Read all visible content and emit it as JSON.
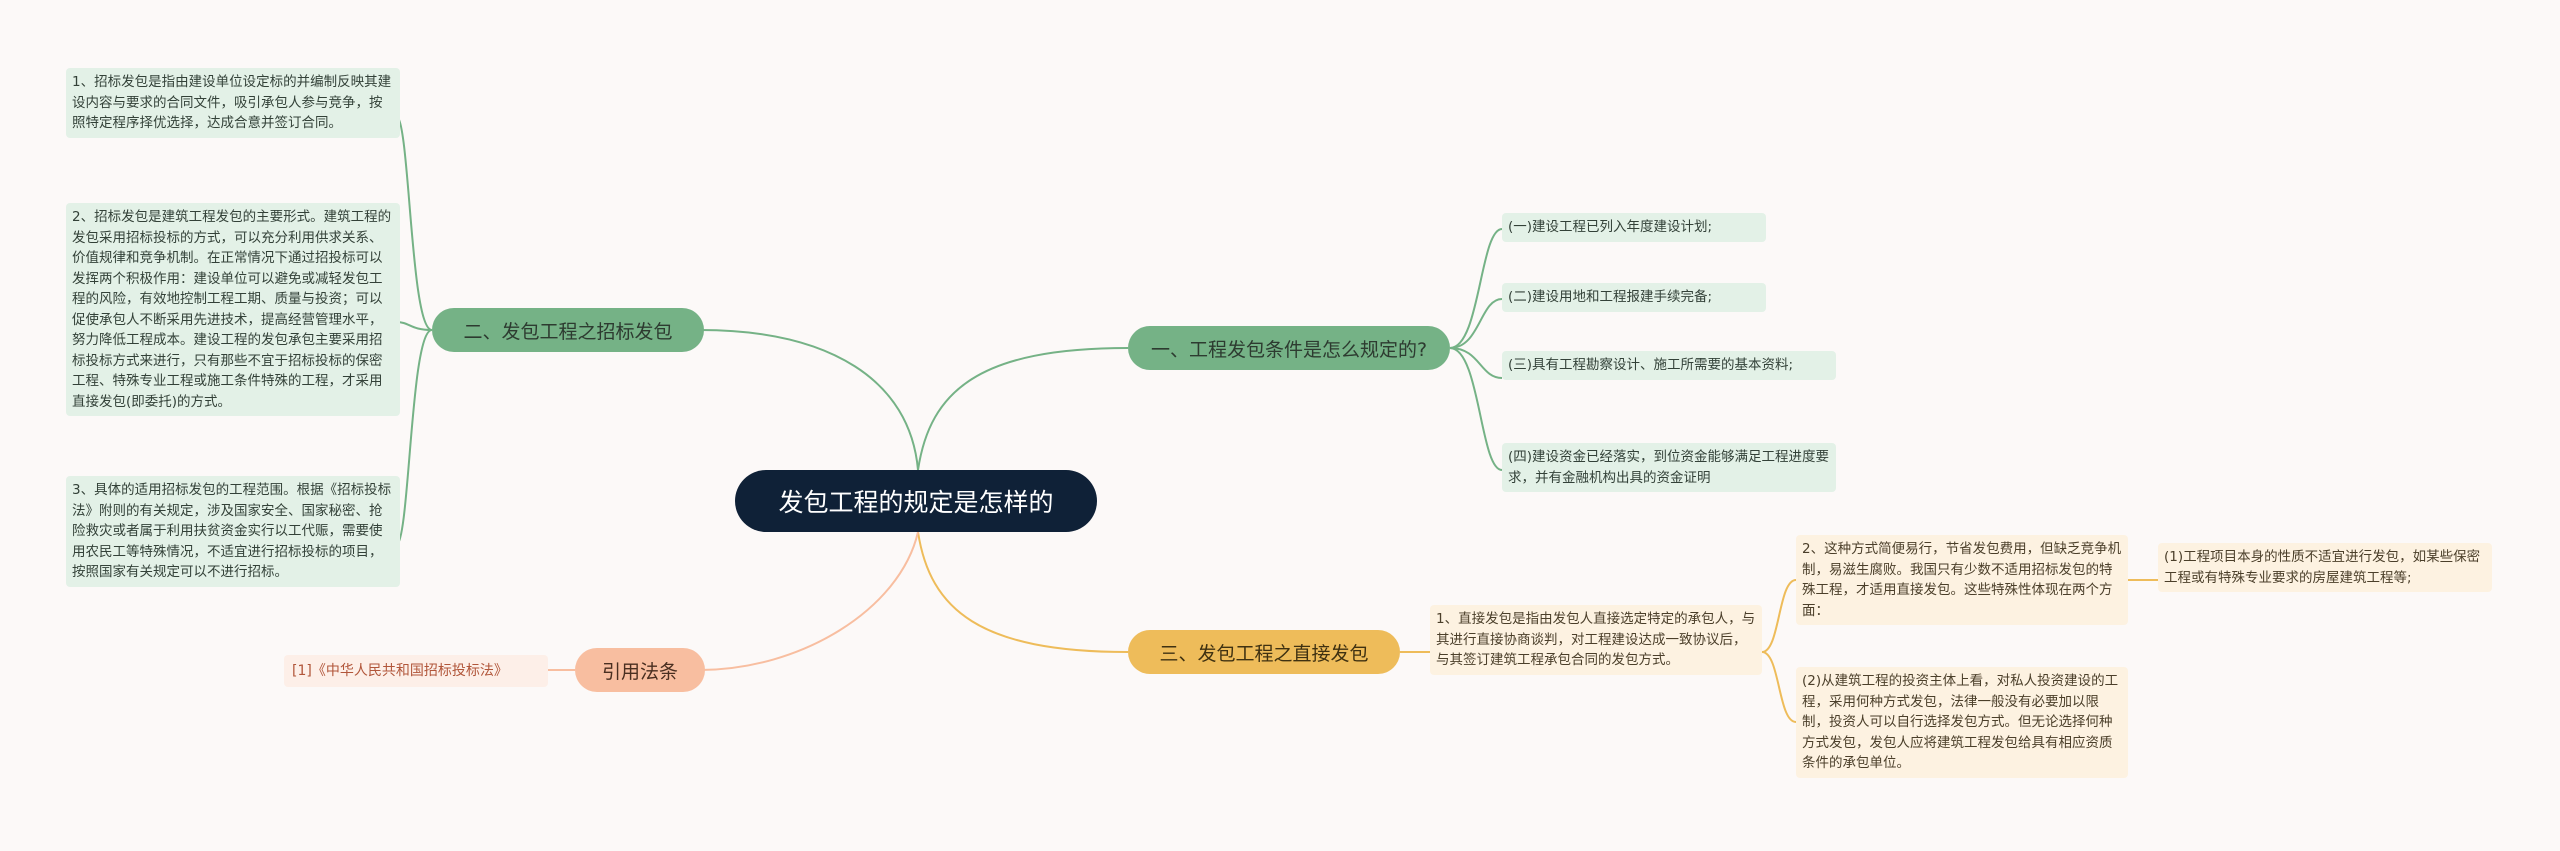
{
  "root": "发包工程的规定是怎样的",
  "branches": {
    "conditions": {
      "label": "一、工程发包条件是怎么规定的?",
      "items": [
        "(一)建设工程已列入年度建设计划;",
        "(二)建设用地和工程报建手续完备;",
        "(三)具有工程勘察设计、施工所需要的基本资料;",
        "(四)建设资金已经落实，到位资金能够满足工程进度要求，并有金融机构出具的资金证明"
      ]
    },
    "bidding": {
      "label": "二、发包工程之招标发包",
      "items": [
        "1、招标发包是指由建设单位设定标的并编制反映其建设内容与要求的合同文件，吸引承包人参与竞争，按照特定程序择优选择，达成合意并签订合同。",
        "2、招标发包是建筑工程发包的主要形式。建筑工程的发包采用招标投标的方式，可以充分利用供求关系、价值规律和竞争机制。在正常情况下通过招投标可以发挥两个积极作用：建设单位可以避免或减轻发包工程的风险，有效地控制工程工期、质量与投资；可以促使承包人不断采用先进技术，提高经营管理水平，努力降低工程成本。建设工程的发包承包主要采用招标投标方式来进行，只有那些不宜于招标投标的保密工程、特殊专业工程或施工条件特殊的工程，才采用直接发包(即委托)的方式。",
        "3、具体的适用招标发包的工程范围。根据《招标投标法》附则的有关规定，涉及国家安全、国家秘密、抢险救灾或者属于利用扶贫资金实行以工代赈，需要使用农民工等特殊情况，不适宜进行招标投标的项目，按照国家有关规定可以不进行招标。"
      ]
    },
    "direct": {
      "label": "三、发包工程之直接发包",
      "item1": "1、直接发包是指由发包人直接选定特定的承包人，与其进行直接协商谈判，对工程建设达成一致协议后，与其签订建筑工程承包合同的发包方式。",
      "item2": "2、这种方式简便易行，节省发包费用，但缺乏竞争机制，易滋生腐败。我国只有少数不适用招标发包的特殊工程，才适用直接发包。这些特殊性体现在两个方面：",
      "item3": "(2)从建筑工程的投资主体上看，对私人投资建设的工程，采用何种方式发包，法律一般没有必要加以限制，投资人可以自行选择发包方式。但无论选择何种方式发包，发包人应将建筑工程发包给具有相应资质条件的承包单位。",
      "sub1": "(1)工程项目本身的性质不适宜进行发包，如某些保密工程或有特殊专业要求的房屋建筑工程等;"
    },
    "law": {
      "label": "引用法条",
      "item": "[1]《中华人民共和国招标投标法》"
    }
  },
  "colors": {
    "background": "#fcf9f8",
    "root": "#0f2137",
    "green": "#75b286",
    "gold": "#eebc5a",
    "salmon": "#f8bea0"
  }
}
